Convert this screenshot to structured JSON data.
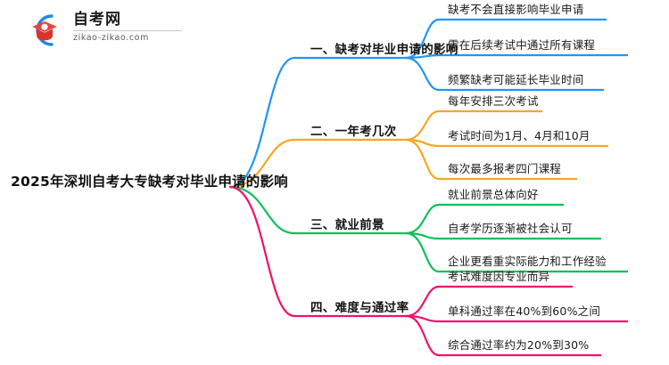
{
  "logo": {
    "title": "自考网",
    "subtitle": "zikao-zikao.com",
    "mark_arc_color": "#1E88E5",
    "mark_cap_color": "#E8453C"
  },
  "mindmap": {
    "root": {
      "label": "2025年深圳自考大专缺考对毕业申请的影响"
    },
    "branches": [
      {
        "label": "一、缺考对毕业申请的影响",
        "color": "#2196F3",
        "children": [
          {
            "label": "缺考不会直接影响毕业申请"
          },
          {
            "label": "需在后续考试中通过所有课程"
          },
          {
            "label": "频繁缺考可能延长毕业时间"
          }
        ]
      },
      {
        "label": "二、一年考几次",
        "color": "#F5A623",
        "children": [
          {
            "label": "每年安排三次考试"
          },
          {
            "label": "考试时间为1月、4月和10月"
          },
          {
            "label": "每次最多报考四门课程"
          }
        ]
      },
      {
        "label": "三、就业前景",
        "color": "#0FBF5A",
        "children": [
          {
            "label": "就业前景总体向好"
          },
          {
            "label": "自考学历逐渐被社会认可"
          },
          {
            "label": "企业更看重实际能力和工作经验"
          }
        ]
      },
      {
        "label": "四、难度与通过率",
        "color": "#F0116E",
        "children": [
          {
            "label": "考试难度因专业而异"
          },
          {
            "label": "单科通过率在40%到60%之间"
          },
          {
            "label": "综合通过率约为20%到30%"
          }
        ]
      }
    ]
  }
}
